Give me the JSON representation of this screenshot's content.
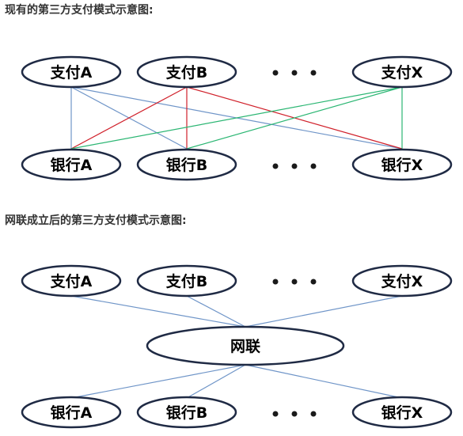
{
  "captions": {
    "before": "现有的第三方支付模式示意图:",
    "after": "网联成立后的第三方支付模式示意图:"
  },
  "nodes": {
    "pay_a": "支付A",
    "pay_b": "支付B",
    "pay_x": "支付X",
    "bank_a": "银行A",
    "bank_b": "银行B",
    "bank_x": "银行X",
    "hub": "网联"
  },
  "colors": {
    "node_border": "#1f2a44",
    "link_blue": "#6f95c8",
    "link_red": "#d0202a",
    "link_green": "#2bb673"
  }
}
